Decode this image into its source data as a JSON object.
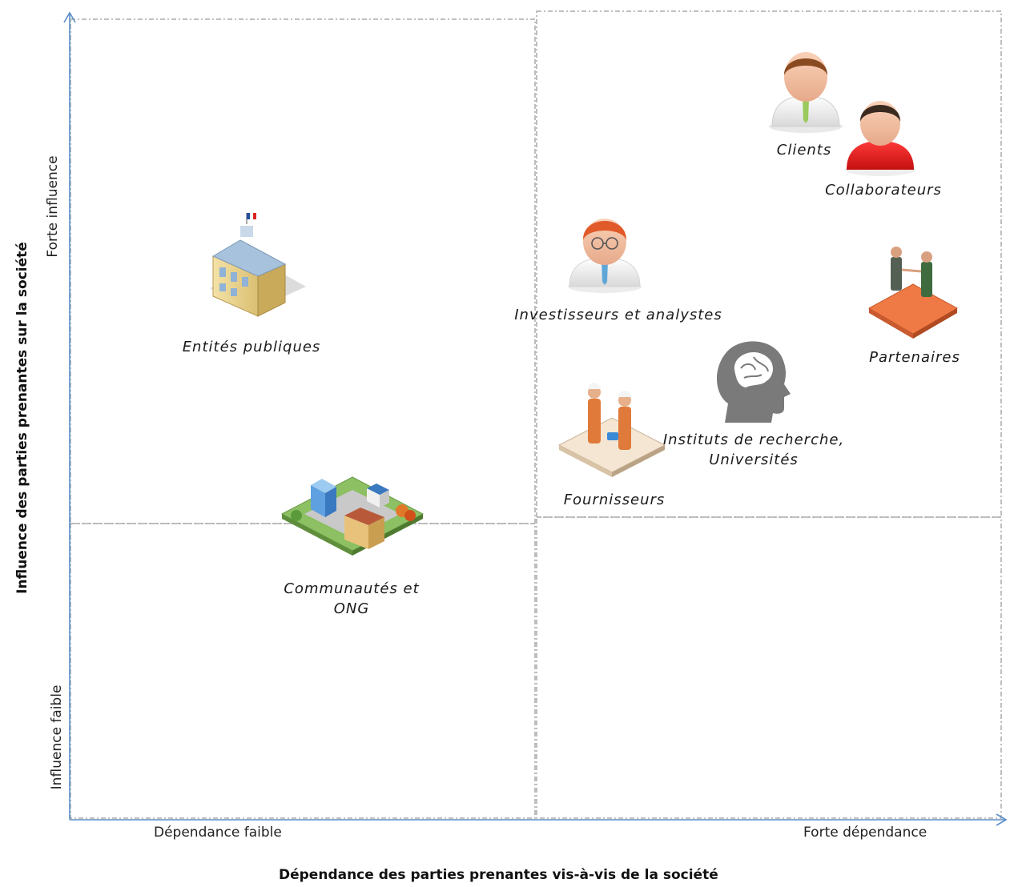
{
  "axes": {
    "x_title": "Dépendance des parties prenantes vis-à-vis de la société",
    "y_title": "Influence des parties prenantes sur la société",
    "x_low": "Dépendance faible",
    "x_high": "Forte dépendance",
    "y_low": "Influence faible",
    "y_high": "Forte influence"
  },
  "stakeholders": {
    "clients": "Clients",
    "collaborateurs": "Collaborateurs",
    "investisseurs": "Investisseurs et analystes",
    "partenaires": "Partenaires",
    "entites": "Entités publiques",
    "instituts_line1": "Instituts de recherche,",
    "instituts_line2": "Universités",
    "fournisseurs": "Fournisseurs",
    "communautes_line1": "Communautés et",
    "communautes_line2": "ONG"
  },
  "colors": {
    "axis": "#5b8ec7",
    "grid": "#9a9a9a",
    "collaborateurs_shirt": "#e02020",
    "investisseurs_hair": "#e05a2a",
    "partenaires_floor": "#f07a45",
    "research_head": "#7a7a7a"
  }
}
